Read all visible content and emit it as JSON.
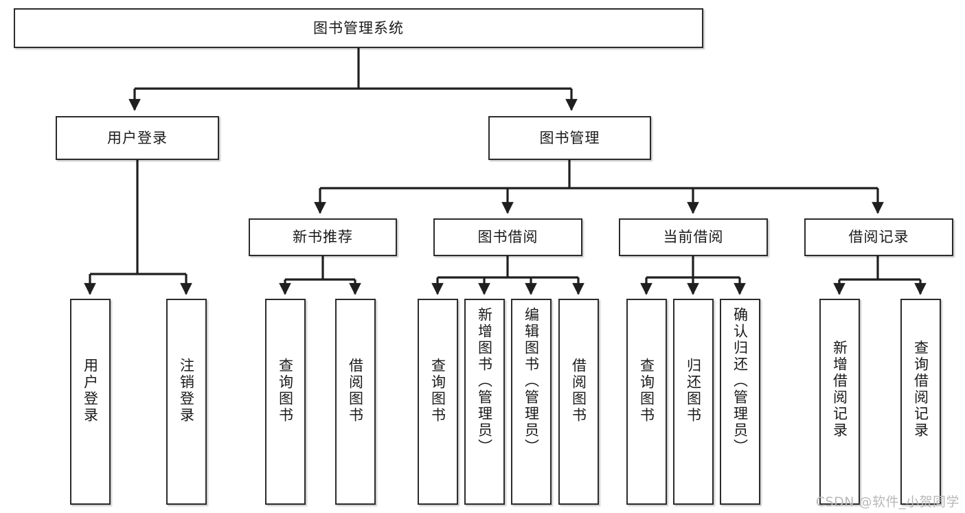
{
  "diagram": {
    "type": "tree-hierarchy-flowchart",
    "title": "图书管理系统",
    "watermark": "CSDN @软件_小贺同学",
    "colors": {
      "box_border": "#2b2b2b",
      "box_fill": "#ffffff",
      "connector": "#1f1f1f",
      "text": "#1a1a1a",
      "watermark": "#b8b8b8"
    },
    "levels": {
      "root": "图书管理系统",
      "level2": [
        "用户登录",
        "图书管理"
      ],
      "level3": [
        "新书推荐",
        "图书借阅",
        "当前借阅",
        "借阅记录"
      ]
    }
  },
  "nodes": {
    "root": {
      "label": "图书管理系统"
    },
    "user_login": {
      "label": "用户登录"
    },
    "book_manage": {
      "label": "图书管理"
    },
    "new_book_rec": {
      "label": "新书推荐"
    },
    "book_borrow": {
      "label": "图书借阅"
    },
    "current_borrow": {
      "label": "当前借阅"
    },
    "borrow_record": {
      "label": "借阅记录"
    },
    "leaf_user_login": {
      "label": "用户登录"
    },
    "leaf_logout": {
      "label": "注销登录"
    },
    "leaf_query_book_1": {
      "label": "查询图书"
    },
    "leaf_borrow_book_1": {
      "label": "借阅图书"
    },
    "leaf_query_book_2": {
      "label": "查询图书"
    },
    "leaf_add_book": {
      "label": "新增图书（管理员）"
    },
    "leaf_edit_book": {
      "label": "编辑图书（管理员）"
    },
    "leaf_borrow_book_2": {
      "label": "借阅图书"
    },
    "leaf_query_book_3": {
      "label": "查询图书"
    },
    "leaf_return_book": {
      "label": "归还图书"
    },
    "leaf_confirm_return": {
      "label": "确认归还（管理员）"
    },
    "leaf_add_record": {
      "label": "新增借阅记录"
    },
    "leaf_query_record": {
      "label": "查询借阅记录"
    }
  }
}
